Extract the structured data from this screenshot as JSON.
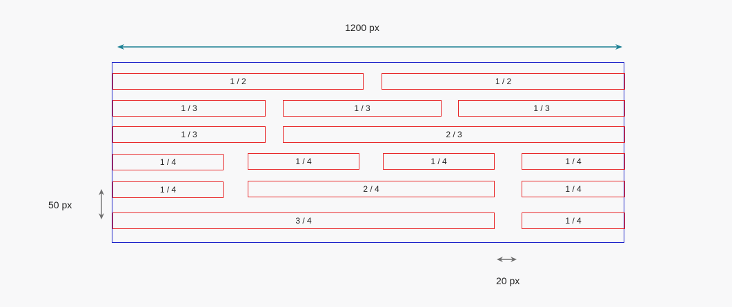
{
  "dimensions": {
    "container_width": "1200 px",
    "row_height": "50 px",
    "gutter": "20 px"
  },
  "colors": {
    "container_border": "#1c22c9",
    "cell_border": "#e8282a",
    "width_arrow": "#1b7f93",
    "gray_arrow": "#707070"
  },
  "rows": [
    {
      "cells": [
        "1 / 2",
        "1 / 2"
      ]
    },
    {
      "cells": [
        "1 / 3",
        "1 / 3",
        "1 / 3"
      ]
    },
    {
      "cells": [
        "1 / 3",
        "2 / 3"
      ]
    },
    {
      "cells": [
        "1 / 4",
        "1 / 4",
        "1 / 4",
        "1 / 4"
      ]
    },
    {
      "cells": [
        "1 / 4",
        "2 / 4",
        "1 / 4"
      ]
    },
    {
      "cells": [
        "3 / 4",
        "1 / 4"
      ]
    }
  ]
}
